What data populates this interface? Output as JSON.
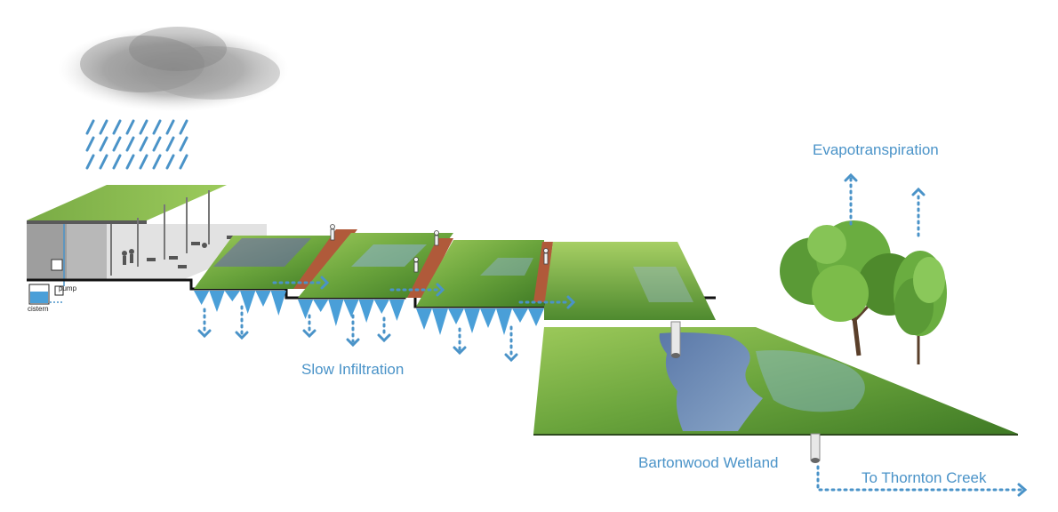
{
  "labels": {
    "evapotranspiration": "Evapotranspiration",
    "slow_infiltration": "Slow Infiltration",
    "wetland": "Bartonwood Wetland",
    "creek": "To Thornton Creek",
    "pump": "pump",
    "cistern": "cistern"
  },
  "colors": {
    "water_arrow": "#4a93c8",
    "water_fill": "#4a9fd8",
    "grass_dark": "#4e8a2c",
    "grass_light": "#8cc04a",
    "boardwalk": "#b05a3a",
    "pond": "#6f8fb8"
  },
  "icons": [
    "rain-cloud-icon",
    "rain-streak-icon",
    "dotted-arrow-down-icon",
    "dotted-arrow-up-icon",
    "dotted-arrow-right-icon",
    "tree-icon",
    "drain-pipe-icon"
  ]
}
